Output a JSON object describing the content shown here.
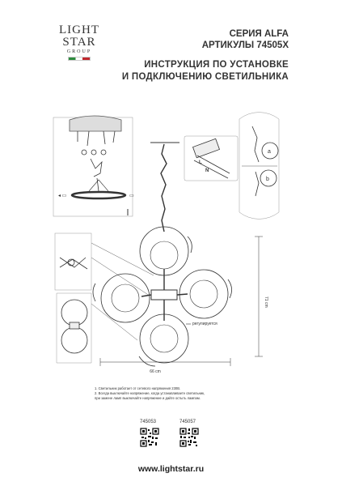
{
  "brand": {
    "line1": "LIGHT",
    "line2": "STAR",
    "line3": "GROUP"
  },
  "header": {
    "series": "СЕРИЯ ALFA",
    "articles": "АРТИКУЛЫ 74505X",
    "title_line1": "ИНСТРУКЦИЯ ПО УСТАНОВКЕ",
    "title_line2": "И ПОДКЛЮЧЕНИЮ СВЕТИЛЬНИКА"
  },
  "diagram": {
    "width_label": "66 cm",
    "height_label": "71 cm",
    "adjust_label": "регулируется",
    "wire_labels": [
      "L",
      "N"
    ],
    "callouts": [
      "a",
      "b"
    ]
  },
  "notes": {
    "line1": "1. Светильник работает от сетевого напряжения 230В.",
    "line2": "2. Всегда выключайте напряжение, когда устанавливаете светильник,",
    "line3": "при замене ламп выключайте напряжение и дайте остыть лампам."
  },
  "articles": [
    "745053",
    "745057"
  ],
  "website": "www.lightstar.ru"
}
